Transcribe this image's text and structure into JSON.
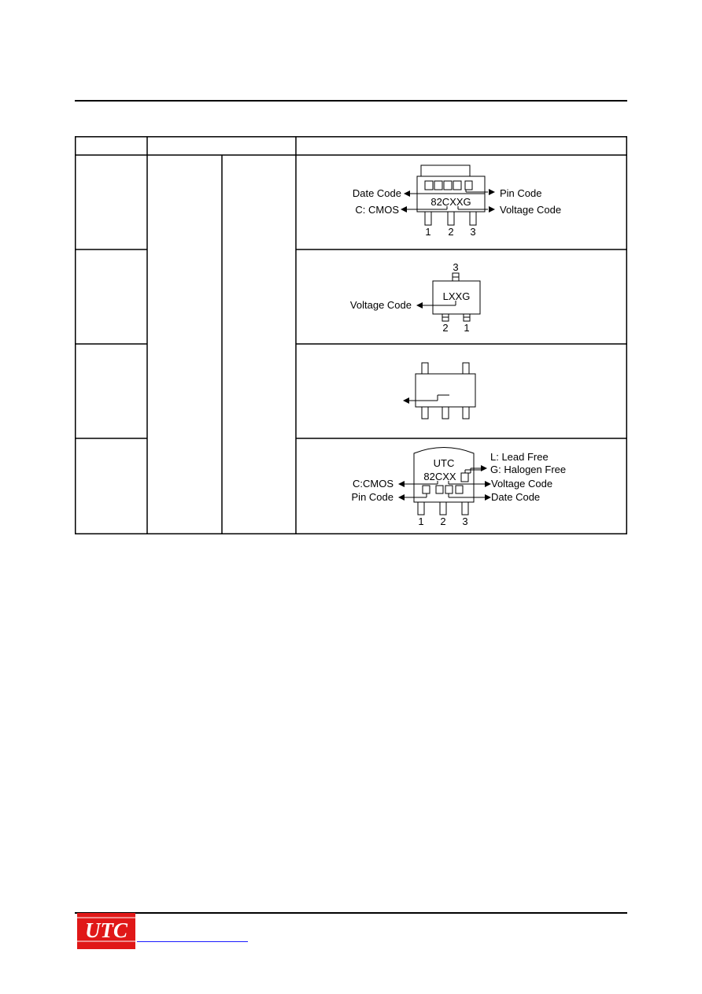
{
  "page": {
    "background": "#ffffff",
    "line_color": "#000000",
    "logo": {
      "text": "UTC",
      "background": "#e01818",
      "text_color": "#ffffff"
    },
    "link_color": "#1a1aff"
  },
  "marking_diagrams": {
    "sot89": {
      "date_code": "Date Code",
      "pin_code": "Pin Code",
      "marking": "82CXXG",
      "cmos": "C: CMOS",
      "voltage_code": "Voltage Code",
      "pins": [
        "1",
        "2",
        "3"
      ]
    },
    "sot23": {
      "marking": "LXXG",
      "voltage_code": "Voltage Code",
      "pin_top": "3",
      "pins_bottom": [
        "2",
        "1"
      ]
    },
    "sot25": {},
    "to92": {
      "brand": "UTC",
      "marking": "82CXX",
      "lead_free": "L: Lead Free",
      "halogen_free": "G: Halogen Free",
      "cmos": "C:CMOS",
      "voltage_code": "Voltage Code",
      "pin_code": "Pin Code",
      "date_code": "Date Code",
      "pins": [
        "1",
        "2",
        "3"
      ]
    }
  }
}
